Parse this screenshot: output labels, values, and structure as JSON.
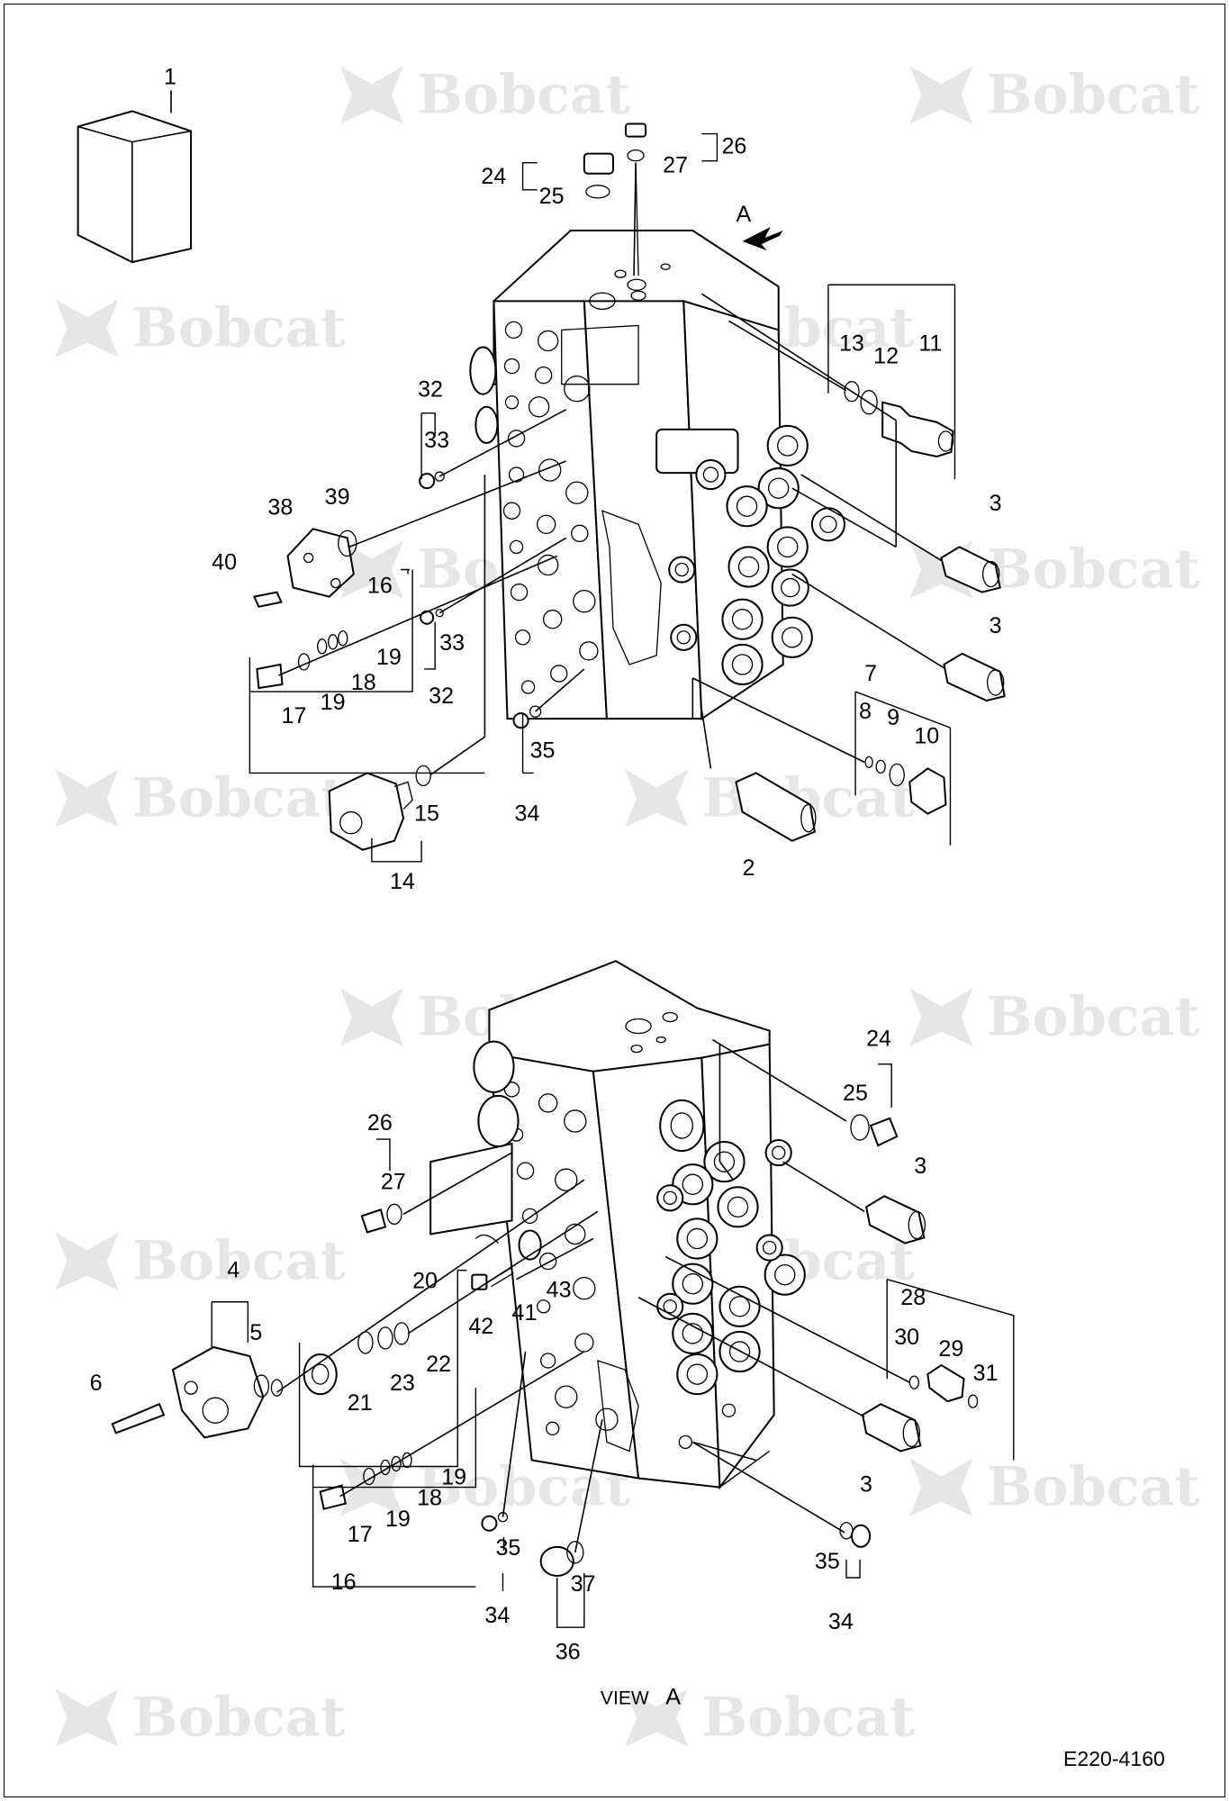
{
  "watermark": {
    "text": "Bobcat"
  },
  "drawing_code": "E220-4160",
  "view_caption": {
    "prefix": "VIEW",
    "letter": "A"
  },
  "top_arrow_letter": "A",
  "labels": {
    "t1": "1",
    "t26": "26",
    "t27": "27",
    "t24": "24",
    "t25": "25",
    "t13": "13",
    "t12": "12",
    "t11": "11",
    "t32a": "32",
    "t33a": "33",
    "t38": "38",
    "t39": "39",
    "t40": "40",
    "t16a": "16",
    "t3a": "3",
    "t33b": "33",
    "t32b": "32",
    "t19a": "19",
    "t18a": "18",
    "t19b": "19",
    "t17a": "17",
    "t3b": "3",
    "t7": "7",
    "t8": "8",
    "t9": "9",
    "t10": "10",
    "t35a": "35",
    "t34a": "34",
    "t15": "15",
    "t14": "14",
    "t2": "2",
    "b24": "24",
    "b25": "25",
    "b26": "26",
    "b27": "27",
    "b3a": "3",
    "b4": "4",
    "b5": "5",
    "b20": "20",
    "b43": "43",
    "b42": "42",
    "b41": "41",
    "b22": "22",
    "b23": "23",
    "b21": "21",
    "b6": "6",
    "b28": "28",
    "b30": "30",
    "b29": "29",
    "b31": "31",
    "b3b": "3",
    "b19a": "19",
    "b18": "18",
    "b19b": "19",
    "b17": "17",
    "b16": "16",
    "b35a": "35",
    "b34a": "34",
    "b37": "37",
    "b36": "36",
    "b35b": "35",
    "b34b": "34"
  }
}
